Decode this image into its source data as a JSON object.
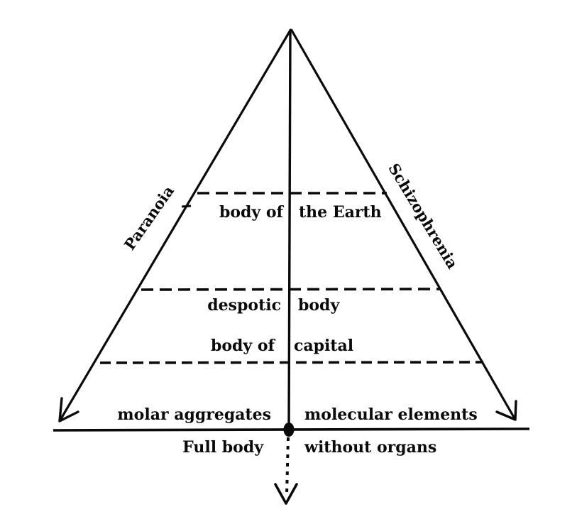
{
  "colors": {
    "ink": "#0a0a0a",
    "paper": "#ffffff"
  },
  "edges": {
    "left_label": "Paranoia",
    "right_label": "Schizophrenia"
  },
  "levels": [
    {
      "left": "body of",
      "right": "the Earth"
    },
    {
      "left": "despotic",
      "right": "body"
    },
    {
      "left": "body of",
      "right": "capital"
    }
  ],
  "base_row": {
    "left": "molar aggregates",
    "right": "molecular elements"
  },
  "bottom_row": {
    "left": "Full body",
    "right": "without organs"
  }
}
